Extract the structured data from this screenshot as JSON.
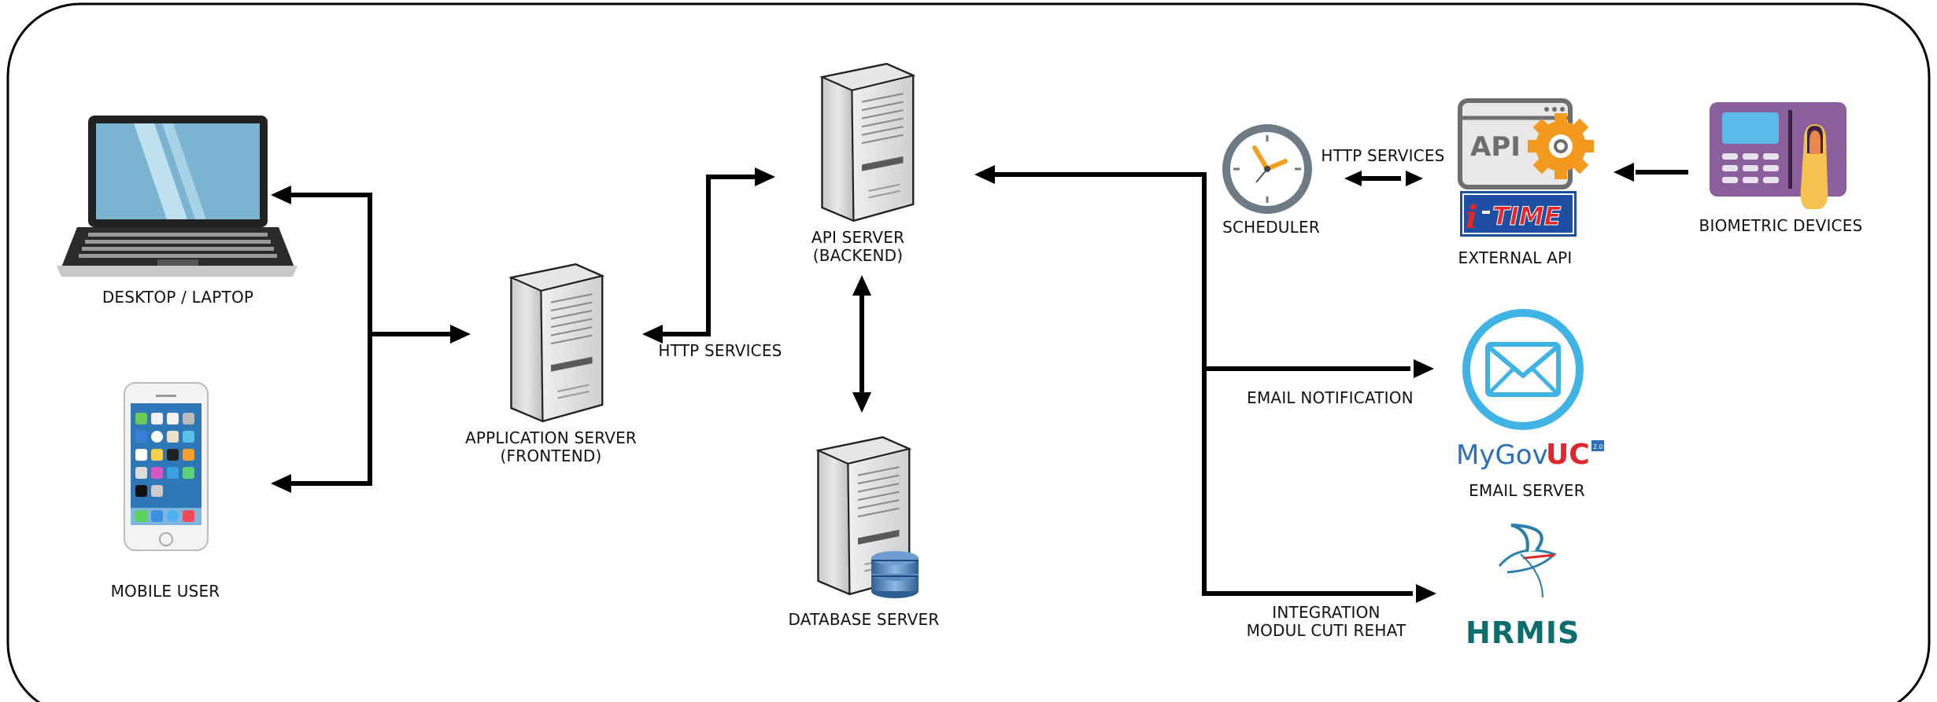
{
  "nodes": {
    "desktop": {
      "label": "DESKTOP / LAPTOP"
    },
    "mobile": {
      "label": "MOBILE USER"
    },
    "app_server": {
      "line1": "APPLICATION SERVER",
      "line2": "(FRONTEND)"
    },
    "api_server": {
      "line1": "API SERVER",
      "line2": "(BACKEND)"
    },
    "db_server": {
      "label": "DATABASE SERVER"
    },
    "scheduler": {
      "label": "SCHEDULER"
    },
    "external_api": {
      "label": "EXTERNAL API",
      "logo_top": "API",
      "logo_bottom": "TIME",
      "logo_bottom_prefix": "i"
    },
    "biometric": {
      "label": "BIOMETRIC DEVICES"
    },
    "email_server": {
      "label": "EMAIL SERVER",
      "logo_my": "MyGov",
      "logo_uc": "UC",
      "logo_ver": "2.0"
    },
    "hrmis": {
      "logo": "HRMIS"
    }
  },
  "edges": {
    "http_services_app_api": "HTTP SERVICES",
    "http_services_scheduler_api": "HTTP SERVICES",
    "email_notification": "EMAIL NOTIFICATION",
    "integration_line1": "INTEGRATION",
    "integration_line2": "MODUL CUTI REHAT"
  },
  "colors": {
    "line": "#000000",
    "laptop_screen": "#7ab4d0",
    "server_body": "#d9d9d9",
    "db_blue": "#4a7fb5",
    "scheduler_ring": "#6d7b86",
    "api_orange": "#f39a1e",
    "itime_blue": "#1f4fa3",
    "itime_red": "#e02828",
    "envelope_blue": "#3fb3e3",
    "mygov_blue": "#2f6eb5",
    "mygov_red": "#e0252b",
    "biometric_purple": "#8b5f9c",
    "hrmis_teal": "#0e6d6d"
  }
}
